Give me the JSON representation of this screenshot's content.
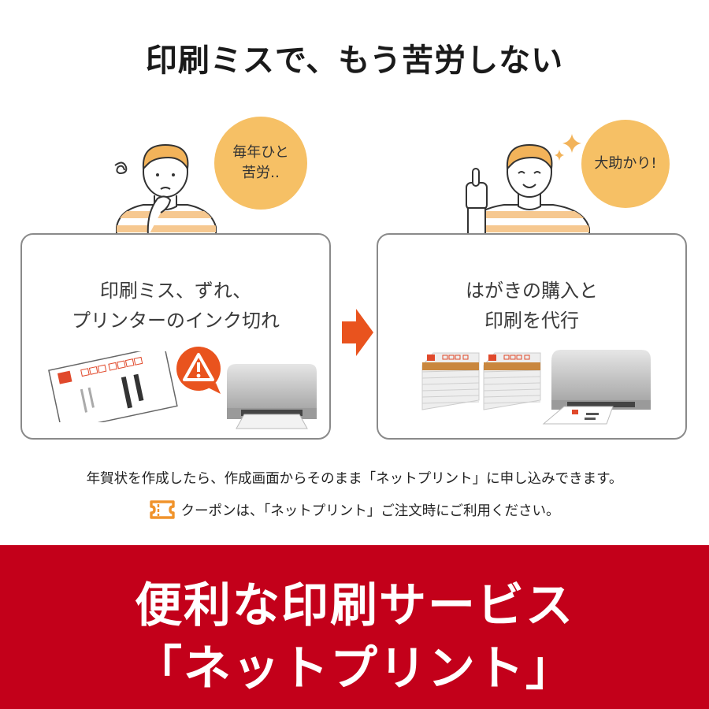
{
  "headline": "印刷ミスで、もう苦労しない",
  "left": {
    "bubble": "毎年ひと\n苦労‥",
    "text_line1": "印刷ミス、ずれ、",
    "text_line2": "プリンターのインク切れ"
  },
  "right": {
    "bubble": "大助かり!",
    "text_line1": "はがきの購入と",
    "text_line2": "印刷を代行"
  },
  "notice": {
    "line1": "年賀状を作成したら、作成画面からそのまま「ネットプリント」に申し込みできます。",
    "line2": "クーポンは、「ネットプリント」ご注文時にご利用ください。"
  },
  "banner": {
    "line1": "便利な印刷サービス",
    "line2": "「ネットプリント」"
  },
  "colors": {
    "accent_red": "#c3001a",
    "arrow_orange": "#e9531e",
    "bubble_yellow": "#f6c065",
    "stripe": "#f6c890"
  },
  "icons": [
    "warning-icon",
    "coupon-icon",
    "sparkle-icon",
    "right-arrow-icon"
  ]
}
